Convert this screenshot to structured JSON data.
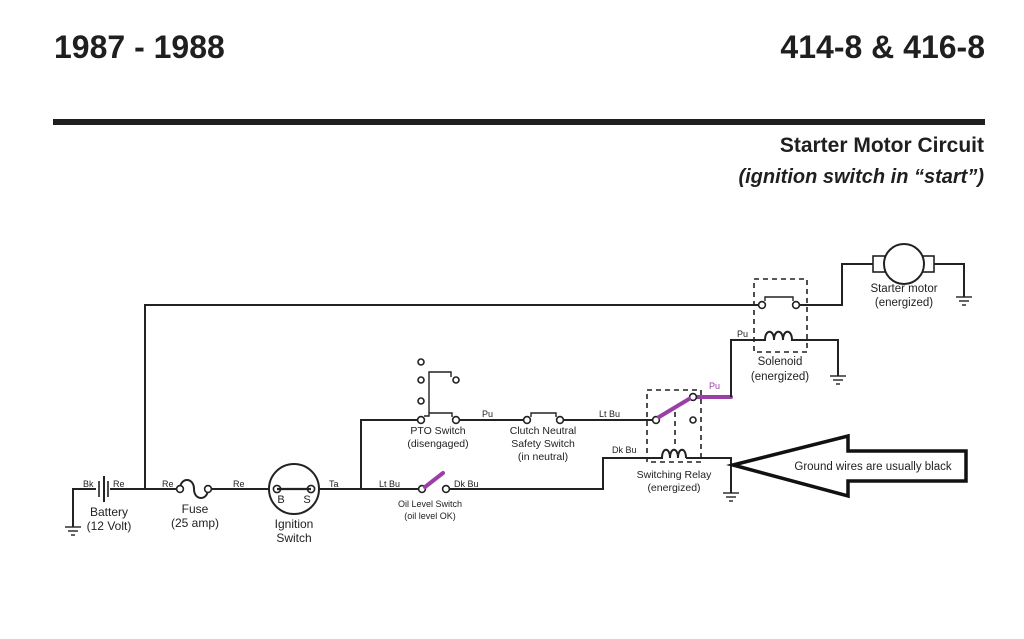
{
  "header": {
    "years": "1987 - 1988",
    "models": "414-8 & 416-8",
    "title": "Starter Motor Circuit",
    "subtitle": "(ignition switch in “start”)"
  },
  "colors": {
    "wire": "#222222",
    "active": "#9a3fa6",
    "background": "#ffffff"
  },
  "wire_labels": {
    "bk": "Bk",
    "re_battery": "Re",
    "re_fuse_in": "Re",
    "re_fuse_out": "Re",
    "ta": "Ta",
    "lt_bu_oil": "Lt Bu",
    "dk_bu_oil": "Dk Bu",
    "pu_pto": "Pu",
    "lt_bu_clutch": "Lt Bu",
    "dk_bu_relay": "Dk Bu",
    "pu_relay": "Pu",
    "pu_solenoid": "Pu"
  },
  "components": {
    "battery": {
      "name": "Battery",
      "spec": "(12 Volt)"
    },
    "fuse": {
      "name": "Fuse",
      "spec": "(25 amp)"
    },
    "ignition": {
      "name": "Ignition",
      "name2": "Switch",
      "pin_b": "B",
      "pin_s": "S"
    },
    "oil": {
      "name": "Oil Level Switch",
      "spec": "(oil level OK)"
    },
    "pto": {
      "name": "PTO Switch",
      "spec": "(disengaged)"
    },
    "clutch": {
      "name": "Clutch Neutral",
      "name2": "Safety Switch",
      "spec": "(in neutral)"
    },
    "relay": {
      "name": "Switching Relay",
      "spec": "(energized)"
    },
    "solenoid": {
      "name": "Solenoid",
      "spec": "(energized)"
    },
    "motor": {
      "name": "Starter motor",
      "spec": "(energized)"
    }
  },
  "callout": {
    "text": "Ground wires are usually black"
  }
}
